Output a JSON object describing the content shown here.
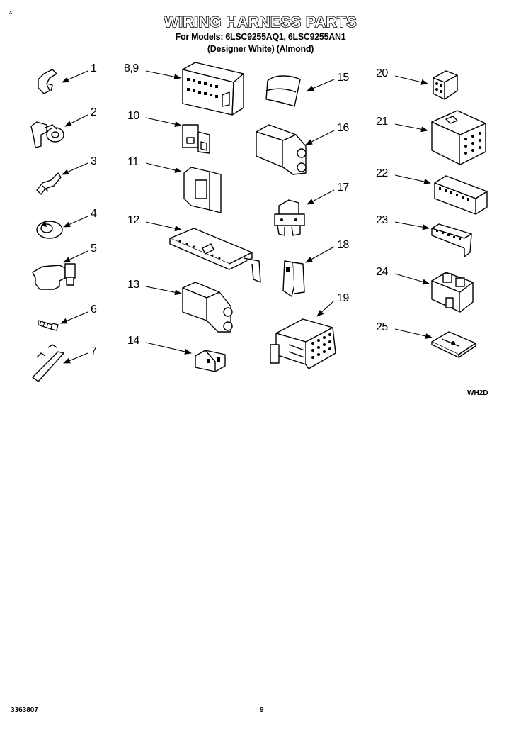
{
  "header": {
    "corner_mark": "x",
    "title": "WIRING HARNESS PARTS",
    "models_line": "For Models: 6LSC9255AQ1, 6LSC9255AN1",
    "colors_line": "(Designer White) (Almond)"
  },
  "parts": {
    "labels": [
      "1",
      "2",
      "3",
      "4",
      "5",
      "6",
      "7",
      "8,9",
      "10",
      "11",
      "12",
      "13",
      "14",
      "15",
      "16",
      "17",
      "18",
      "19",
      "20",
      "21",
      "22",
      "23",
      "24",
      "25"
    ]
  },
  "figure_code": "WH2D",
  "footer": {
    "doc_number": "3363807",
    "page_number": "9"
  }
}
